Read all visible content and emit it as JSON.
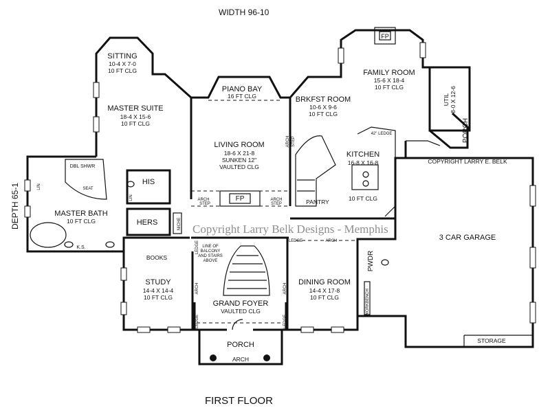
{
  "labels": {
    "width": "WIDTH 96-10",
    "depth": "DEPTH 65-1",
    "floor": "FIRST FLOOR",
    "watermark": "Copyright Larry Belk Designs - Memphis",
    "garage_copyright": "COPYRIGHT LARRY E. BELK"
  },
  "rooms": {
    "sitting": {
      "name": "SITTING",
      "dim": "10-4 X 7-0",
      "clg": "10 FT CLG"
    },
    "master_suite": {
      "name": "MASTER SUITE",
      "dim": "18-4 X 15-6",
      "clg": "10 FT CLG"
    },
    "piano_bay": {
      "name": "PIANO BAY",
      "clg": "16 FT CLG"
    },
    "living_room": {
      "name": "LIVING ROOM",
      "dim": "18-6 X 21-8",
      "note": "SUNKEN 12\"",
      "clg": "VAULTED CLG"
    },
    "brkfst_room": {
      "name": "BRKFST ROOM",
      "dim": "10-6 X 9-6",
      "clg": "10 FT CLG"
    },
    "family_room": {
      "name": "FAMILY ROOM",
      "dim": "15-6 X 18-4",
      "clg": "10 FT CLG"
    },
    "kitchen": {
      "name": "KITCHEN",
      "dim": "16-8 X 16-8",
      "clg": "10 FT CLG"
    },
    "master_bath": {
      "name": "MASTER BATH",
      "clg": "10 FT CLG"
    },
    "study": {
      "name": "STUDY",
      "dim": "14-4 X 14-4",
      "clg": "10 FT CLG"
    },
    "grand_foyer": {
      "name": "GRAND FOYER",
      "clg": "VAULTED CLG"
    },
    "dining_room": {
      "name": "DINING ROOM",
      "dim": "14-4 X 17-8",
      "clg": "10 FT CLG"
    },
    "garage": {
      "name": "3 CAR GARAGE"
    },
    "util": {
      "name": "UTIL",
      "dim": "8-0 X 12-6"
    }
  },
  "small": {
    "his": "HIS",
    "hers": "HERS",
    "dbl_shwr": "DBL SHWR",
    "seat": "SEAT",
    "ks": "K.S.",
    "lin": "LIN",
    "fp": "FP",
    "pantry": "PANTRY",
    "pwdr": "PWDR",
    "porch": "PORCH",
    "storage": "STORAGE",
    "books": "BOOKS",
    "arch": "ARCH",
    "step": "STEP",
    "ledge": "LEDGE",
    "ledge_42": "42\" LEDGE",
    "niche": "NICHE",
    "workbench": "WORKBENCH",
    "balcony_note": [
      "LINE OF",
      "BALCONY",
      "AND STAIRS",
      "ABOVE"
    ]
  }
}
